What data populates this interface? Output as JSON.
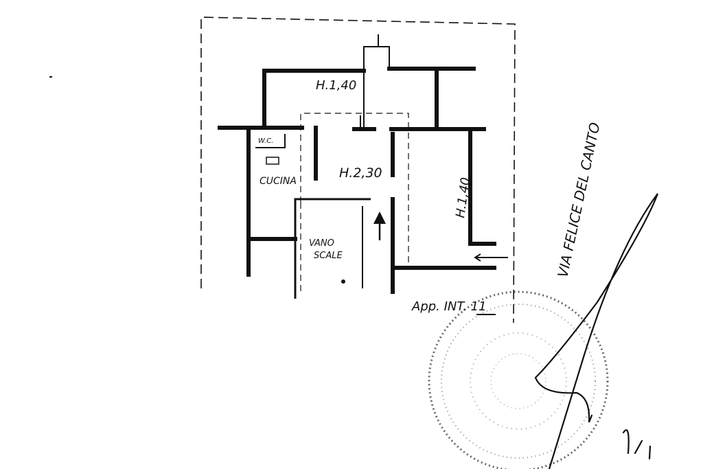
{
  "labels": {
    "height_top": "H.1,40",
    "wc": "W.C.",
    "kitchen": "CUCINA",
    "height_center": "H.2,30",
    "height_right": "H.1,40",
    "stairwell_line1": "VANO",
    "stairwell_line2": "SCALE",
    "apartment": "App. INT. 11",
    "street": "VIA FELICE DEL CANTO"
  }
}
